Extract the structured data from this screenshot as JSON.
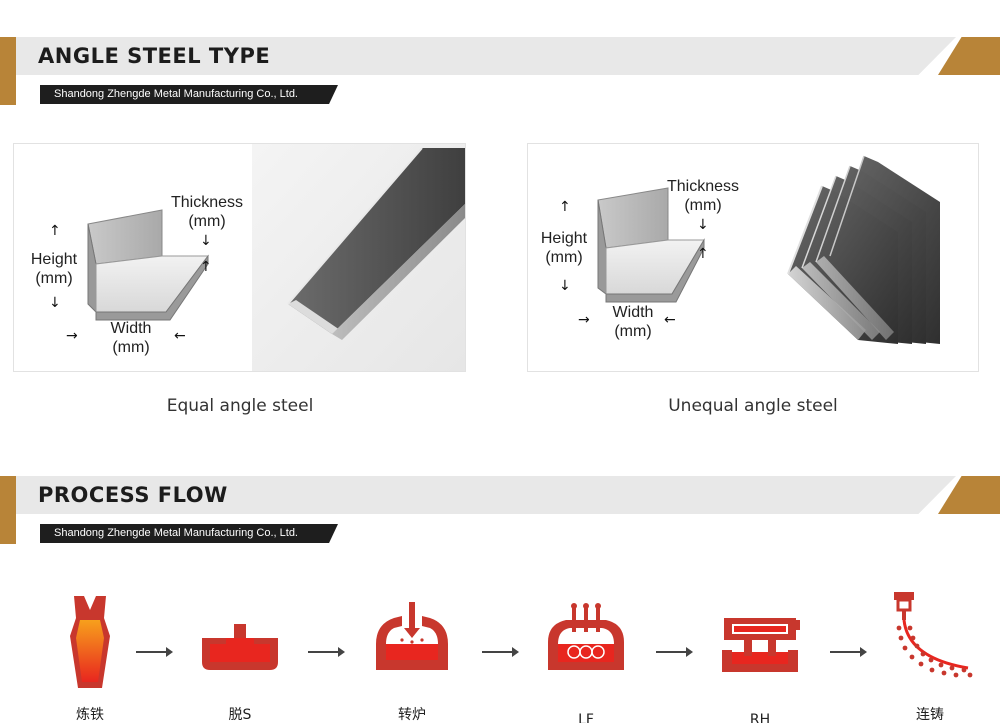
{
  "angle_section": {
    "title": "ANGLE STEEL TYPE",
    "company": "Shandong Zhengde Metal Manufacturing Co., Ltd."
  },
  "equal": {
    "height_label": "Height",
    "thickness_label": "Thickness",
    "width_label": "Width",
    "unit": "(mm)",
    "caption": "Equal angle steel"
  },
  "unequal": {
    "height_label": "Height",
    "thickness_label": "Thickness",
    "width_label": "Width",
    "unit": "(mm)",
    "caption": "Unequal angle steel"
  },
  "process_section": {
    "title": "PROCESS FLOW",
    "company": "Shandong Zhengde Metal Manufacturing Co., Ltd."
  },
  "process_steps": [
    {
      "label": "炼铁",
      "icon": "ladle-icon"
    },
    {
      "label": "脱S",
      "icon": "desulfurization-icon"
    },
    {
      "label": "转炉",
      "icon": "converter-icon"
    },
    {
      "label": "LF",
      "icon": "ladle-furnace-icon"
    },
    {
      "label": "RH",
      "icon": "rh-degasser-icon"
    },
    {
      "label": "连铸",
      "icon": "continuous-casting-icon"
    }
  ],
  "colors": {
    "accent": "#b88438",
    "process_red": "#c8372d",
    "bright_red": "#e8261f"
  }
}
